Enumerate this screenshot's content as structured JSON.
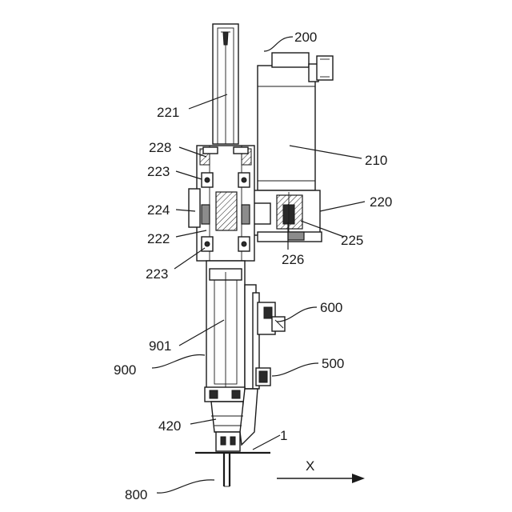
{
  "labels": {
    "l200": "200",
    "l221": "221",
    "l210": "210",
    "l228": "228",
    "l223a": "223",
    "l224": "224",
    "l222": "222",
    "l223b": "223",
    "l220": "220",
    "l225": "225",
    "l226": "226",
    "l600": "600",
    "l901": "901",
    "l900": "900",
    "l500": "500",
    "l420": "420",
    "l1": "1",
    "l800": "800",
    "lx": "X"
  }
}
